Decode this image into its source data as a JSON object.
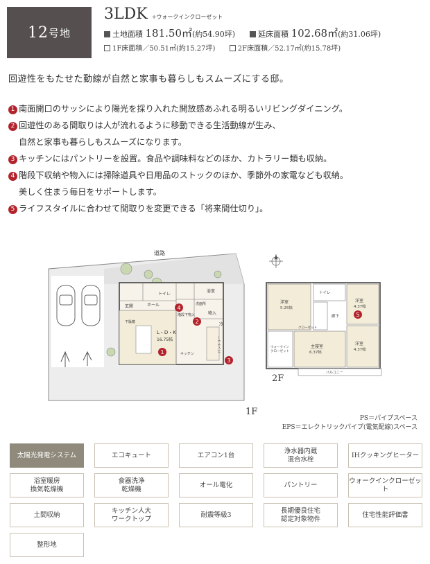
{
  "lot": {
    "number": "12",
    "suffix": "号地"
  },
  "plan": {
    "type": "3LDK",
    "sub": "+ウォークインクローゼット",
    "land_label": "土地面積",
    "land_value": "181.50㎡",
    "land_tsubo": "(約54.90坪)",
    "floor_label": "延床面積",
    "floor_value": "102.68㎡",
    "floor_tsubo": "(約31.06坪)",
    "f1_label": "1F床面積／",
    "f1_value": "50.51㎡",
    "f1_tsubo": "(約15.27坪)",
    "f2_label": "2F床面積／",
    "f2_value": "52.17㎡",
    "f2_tsubo": "(約15.78坪)"
  },
  "catch": "回遊性をもたせた動線が自然と家事も暮らしもスムーズにする邸。",
  "points": [
    {
      "n": "1",
      "text": "南面開口のサッシにより陽光を採り入れた開放感あふれる明るいリビングダイニング。"
    },
    {
      "n": "2",
      "text": "回遊性のある間取りは人が流れるように移動できる生活動線が生み、",
      "cont": "自然と家事も暮らしもスムーズになります。"
    },
    {
      "n": "3",
      "text": "キッチンにはパントリーを設置。食品や調味料などのほか、カトラリー類も収納。"
    },
    {
      "n": "4",
      "text": "階段下収納や物入には掃除道具や日用品のストックのほか、季節外の家電なども収納。",
      "cont": "美しく住まう毎日をサポートします。"
    },
    {
      "n": "5",
      "text": "ライフスタイルに合わせて間取りを変更できる「将来間仕切り」。"
    }
  ],
  "plan1f": {
    "road": "道路",
    "entrance": "玄関",
    "hall": "ホール",
    "toilet": "トイレ",
    "bath": "浴室",
    "washroom": "洗面所",
    "stair_storage": "階段下物入",
    "storage": "物入",
    "ldk": "L・D・K",
    "ldk_size": "16.75帖",
    "kitchen": "キッチン",
    "pantry": "パントリー",
    "fridge": "冷",
    "shoes": "下駄箱",
    "floor_label": "1F"
  },
  "plan2f": {
    "room_a": "洋室",
    "room_a_size": "5.25帖",
    "room_b": "洋室",
    "room_b_size": "4.37帖",
    "room_c": "洋室",
    "room_c_size": "4.37帖",
    "master": "主寝室",
    "master_size": "6.37帖",
    "wic": "ウォークイン",
    "wic2": "クローゼット",
    "closet": "クローゼット",
    "toilet": "トイレ",
    "corridor": "廊下",
    "balcony": "バルコニー",
    "floor_label": "2F"
  },
  "notes": [
    "PS＝パイプスペース",
    "EPS＝エレクトリックパイプ(電気配線)スペース"
  ],
  "features": [
    {
      "label": "太陽光発電システム",
      "on": true
    },
    {
      "label": "エコキュート",
      "on": false
    },
    {
      "label": "エアコン1台",
      "on": false
    },
    {
      "label": "浄水器内蔵",
      "label2": "混合水栓",
      "on": false
    },
    {
      "label": "IHクッキングヒーター",
      "on": false
    },
    {
      "label": "浴室暖房",
      "label2": "換気乾燥機",
      "on": false
    },
    {
      "label": "食器洗浄",
      "label2": "乾燥機",
      "on": false
    },
    {
      "label": "オール電化",
      "on": false
    },
    {
      "label": "パントリー",
      "on": false
    },
    {
      "label": "ウォークインクローゼット",
      "on": false
    },
    {
      "label": "土間収納",
      "on": false
    },
    {
      "label": "キッチン人大",
      "label2": "ワークトップ",
      "on": false
    },
    {
      "label": "耐震等級3",
      "on": false
    },
    {
      "label": "長期優良住宅",
      "label2": "認定対象物件",
      "on": false
    },
    {
      "label": "住宅性能評価書",
      "on": false
    },
    {
      "label": "整形地",
      "on": false
    }
  ],
  "colors": {
    "badge": "#55504f",
    "accent": "#b3232c",
    "feature_on": "#8f8a7b",
    "feature_border": "#c9c1b2"
  }
}
